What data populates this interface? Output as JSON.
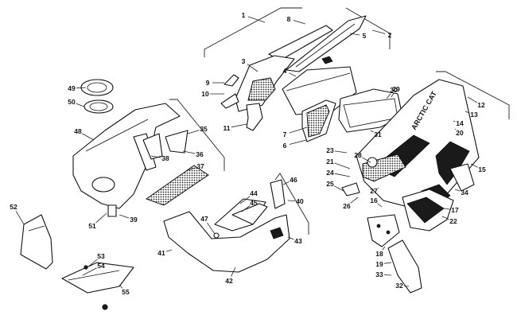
{
  "callouts": [
    "1",
    "2",
    "3",
    "4",
    "5",
    "6",
    "7",
    "8",
    "9",
    "10",
    "11",
    "12",
    "13",
    "14",
    "15",
    "16",
    "17",
    "18",
    "19",
    "20",
    "21",
    "22",
    "23",
    "24",
    "25",
    "26",
    "27",
    "28",
    "29",
    "30",
    "31",
    "32",
    "33",
    "34",
    "35",
    "36",
    "37",
    "38",
    "39",
    "40",
    "41",
    "42",
    "43",
    "44",
    "45",
    "46",
    "47",
    "48",
    "49",
    "50",
    "51",
    "52",
    "53",
    "54",
    "55"
  ],
  "logo_text": "ARCTIC CAT"
}
